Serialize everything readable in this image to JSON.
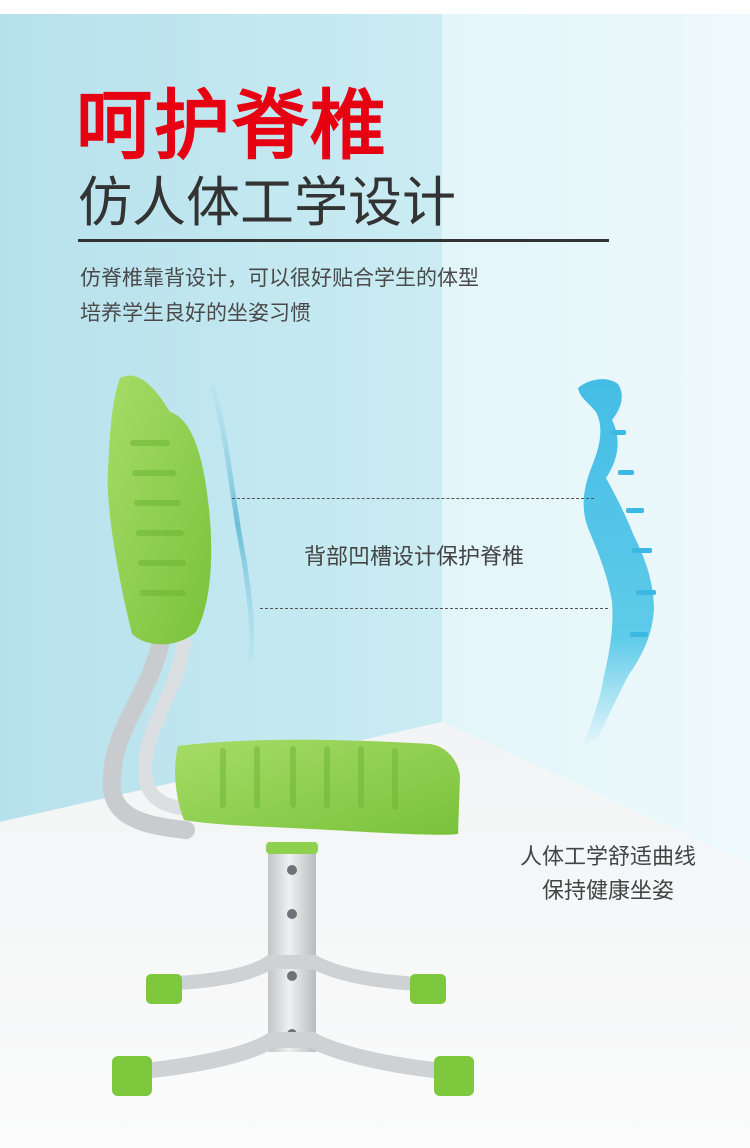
{
  "title": {
    "main": "呵护脊椎",
    "sub": "仿人体工学设计"
  },
  "description": {
    "line1": "仿脊椎靠背设计，可以很好贴合学生的体型",
    "line2": "培养学生良好的坐姿习惯"
  },
  "callouts": {
    "spine_groove": "背部凹槽设计保护脊椎",
    "curve_line1": "人体工学舒适曲线",
    "curve_line2": "保持健康坐姿"
  },
  "colors": {
    "title_red": "#e60012",
    "chair_green": "#8fd14f",
    "frame_gray": "#d3d6d8",
    "wall_blue": "#bfe6ef",
    "spine_blue": "#45bfe6"
  },
  "icons": {
    "spine": "spine-illustration",
    "chair": "student-chair-photo"
  }
}
